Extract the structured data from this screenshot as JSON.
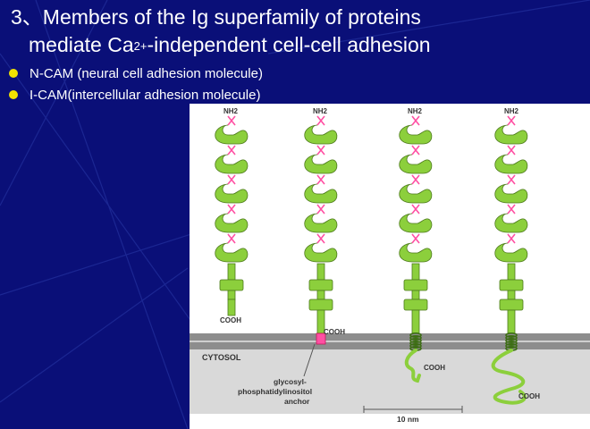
{
  "slide": {
    "title_prefix": "3、Members of the Ig superfamily of proteins",
    "title_line2_before": "mediate Ca",
    "title_superscript": "2+",
    "title_line2_after": "-independent cell-cell adhesion",
    "bullets": [
      {
        "text": "N-CAM (neural cell adhesion molecule)"
      },
      {
        "text": "I-CAM(intercellular adhesion molecule)"
      }
    ],
    "colors": {
      "background": "#0a0f78",
      "bullet": "#f2e300",
      "domain": "#8ccf3c",
      "linker": "#ff4fa3"
    }
  },
  "figure": {
    "nh2_labels": [
      "NH2",
      "NH2",
      "NH2",
      "NH2"
    ],
    "cooh_labels": [
      "COOH",
      "COOH",
      "COOH",
      "COOH"
    ],
    "cytosol_label": "CYTOSOL",
    "anchor_label": [
      "glycosyl-",
      "phosphatidylinositol",
      "anchor"
    ],
    "scale_label": "10 nm"
  }
}
